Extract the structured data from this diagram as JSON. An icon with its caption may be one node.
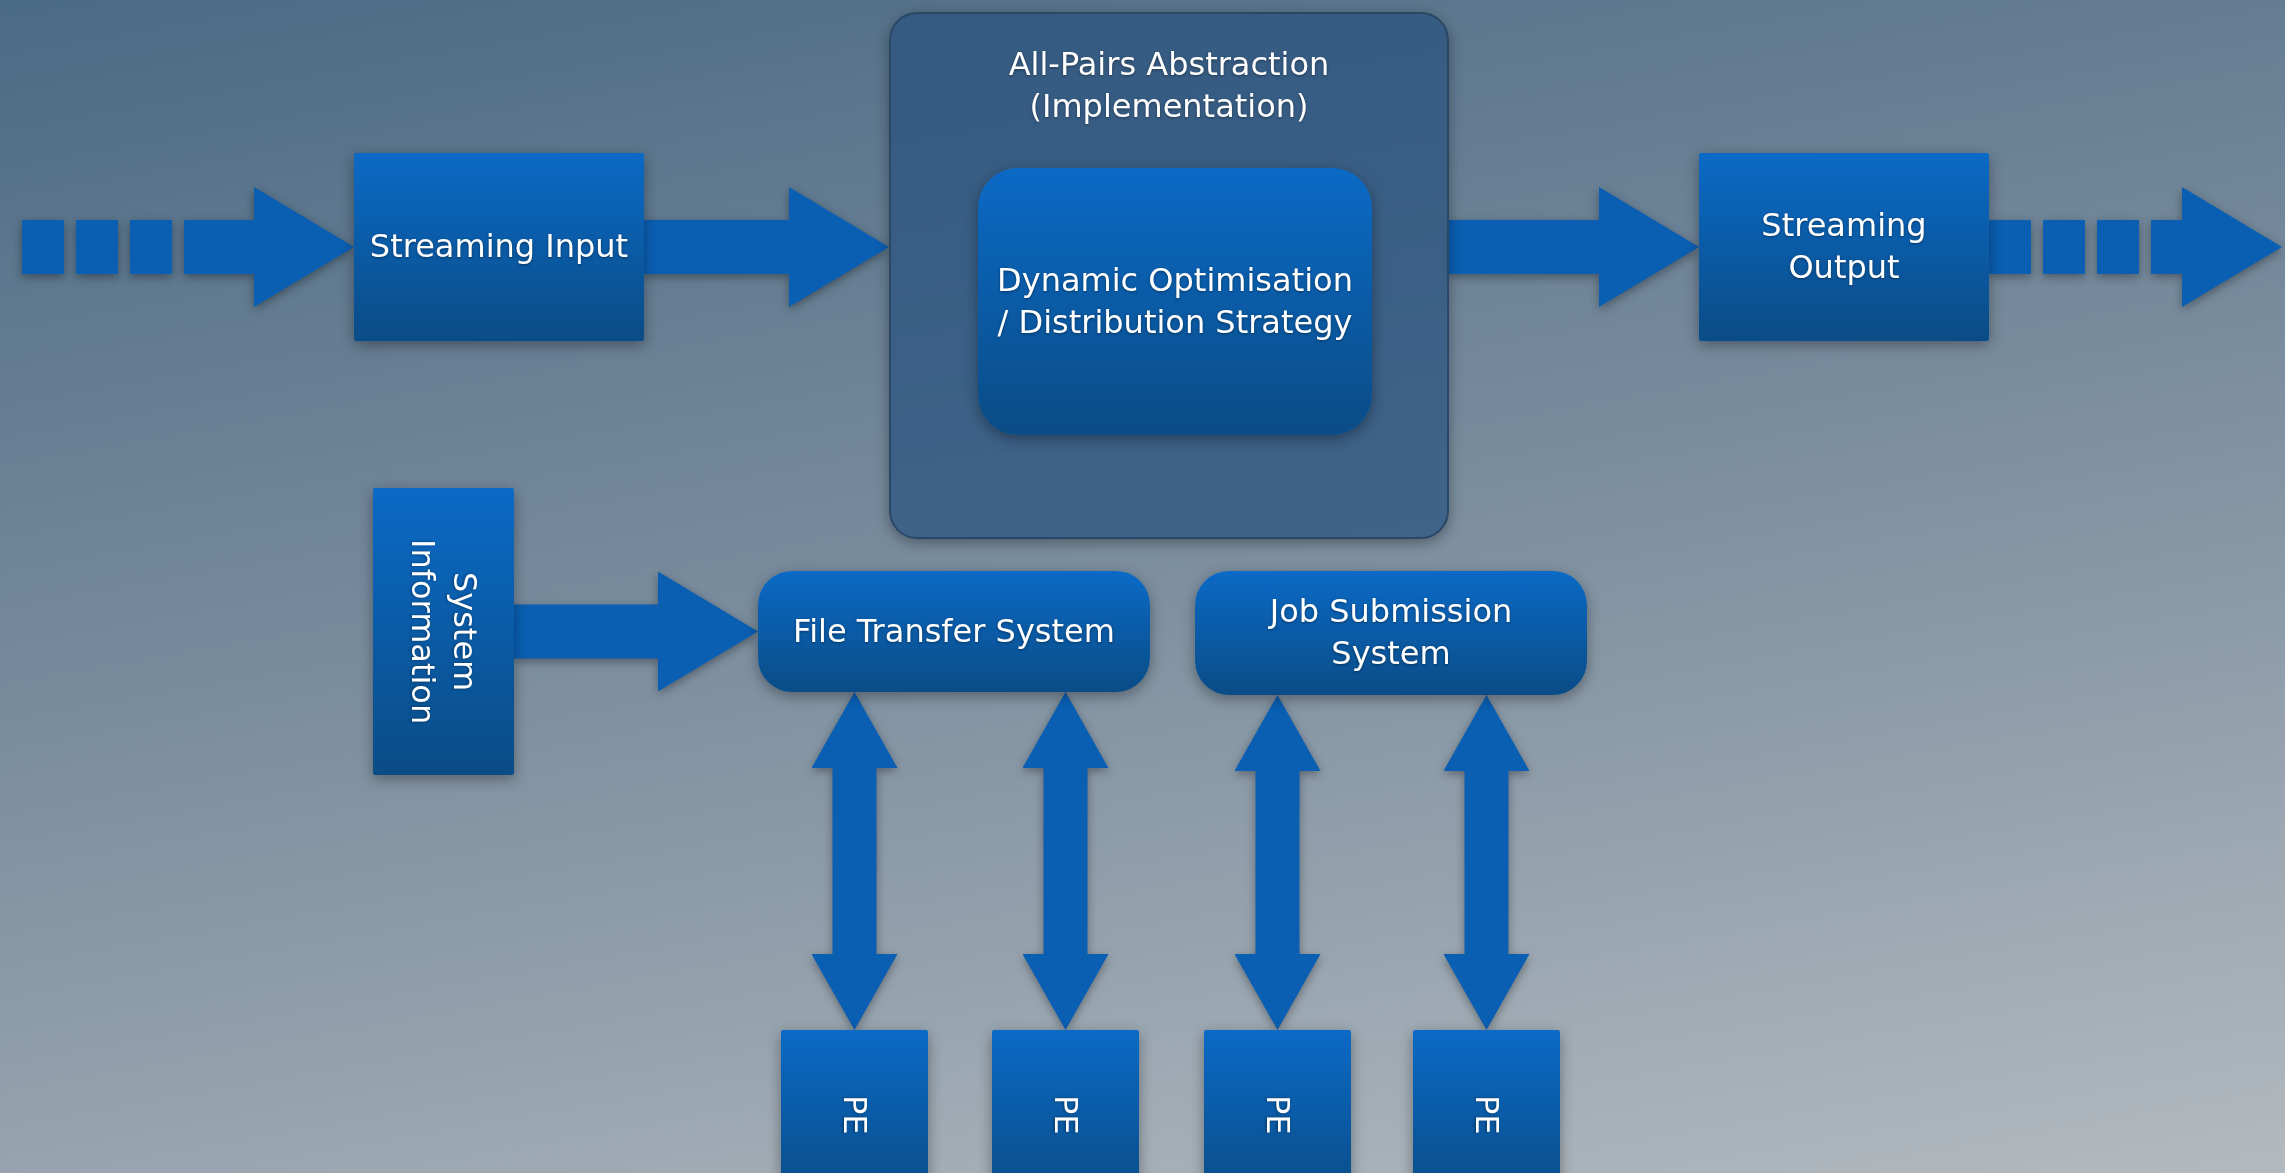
{
  "diagram": {
    "nodes": [
      {
        "text": [
          "Streaming Input"
        ]
      },
      {
        "text": [
          "All-Pairs Abstraction (Implementation)"
        ]
      },
      {
        "text": [
          "Dynamic Optimisation / Distribution Strategy"
        ],
        "in": 1
      },
      {
        "text": [
          "Streaming Output"
        ]
      },
      {
        "text": [
          "System Information"
        ]
      },
      {
        "text": [
          "File Transfer System"
        ]
      },
      {
        "text": [
          "Job Submission System"
        ]
      },
      {
        "text": [
          "PE"
        ]
      },
      {
        "text": [
          "PE"
        ]
      },
      {
        "text": [
          "PE"
        ]
      },
      {
        "text": [
          "PE"
        ]
      }
    ],
    "edges": [
      {
        "from": null,
        "to": 0,
        "arrow": "to",
        "style": "dashed"
      },
      {
        "from": 0,
        "to": 1,
        "arrow": "to"
      },
      {
        "from": 1,
        "to": 3,
        "arrow": "to"
      },
      {
        "from": 3,
        "to": null,
        "arrow": "to",
        "style": "dashed"
      },
      {
        "from": 4,
        "to": 5,
        "arrow": "to"
      },
      {
        "from": 5,
        "to": 7,
        "arrow": "both"
      },
      {
        "from": 5,
        "to": 8,
        "arrow": "both"
      },
      {
        "from": 6,
        "to": 9,
        "arrow": "both"
      },
      {
        "from": 6,
        "to": 10,
        "arrow": "both"
      }
    ]
  }
}
